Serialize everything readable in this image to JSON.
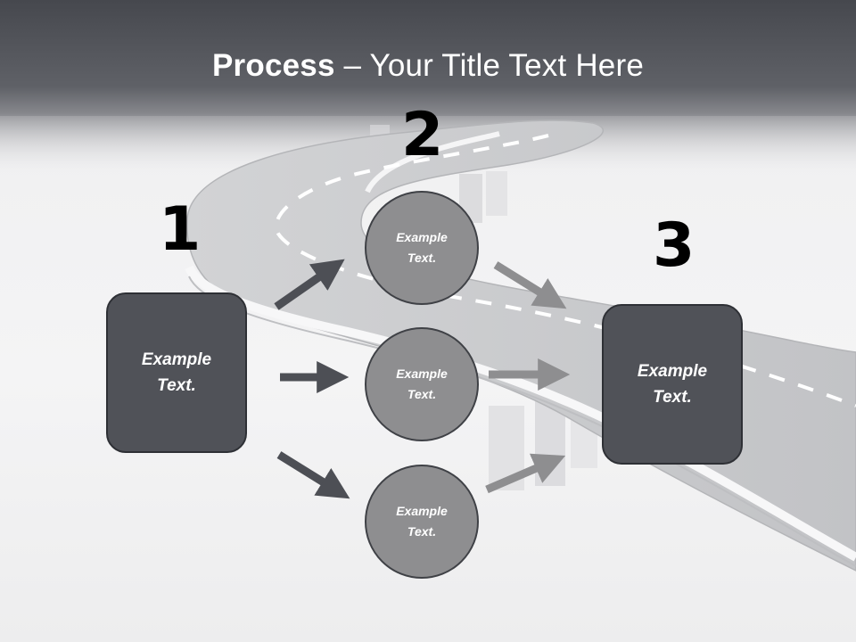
{
  "slide": {
    "title_bold": "Process",
    "title_rest": " – Your Title Text Here"
  },
  "steps": [
    {
      "number": "1",
      "box_text": "Example Text."
    },
    {
      "number": "2"
    },
    {
      "number": "3",
      "box_text": "Example Text."
    }
  ],
  "circles": [
    {
      "text": "Example Text."
    },
    {
      "text": "Example Text."
    },
    {
      "text": "Example Text."
    }
  ],
  "colors": {
    "header_band": "#55575e",
    "box_fill": "#505258",
    "circle_fill": "#8e8e90",
    "arrow_dark": "#4d4f55",
    "arrow_light": "#8e8e90"
  }
}
